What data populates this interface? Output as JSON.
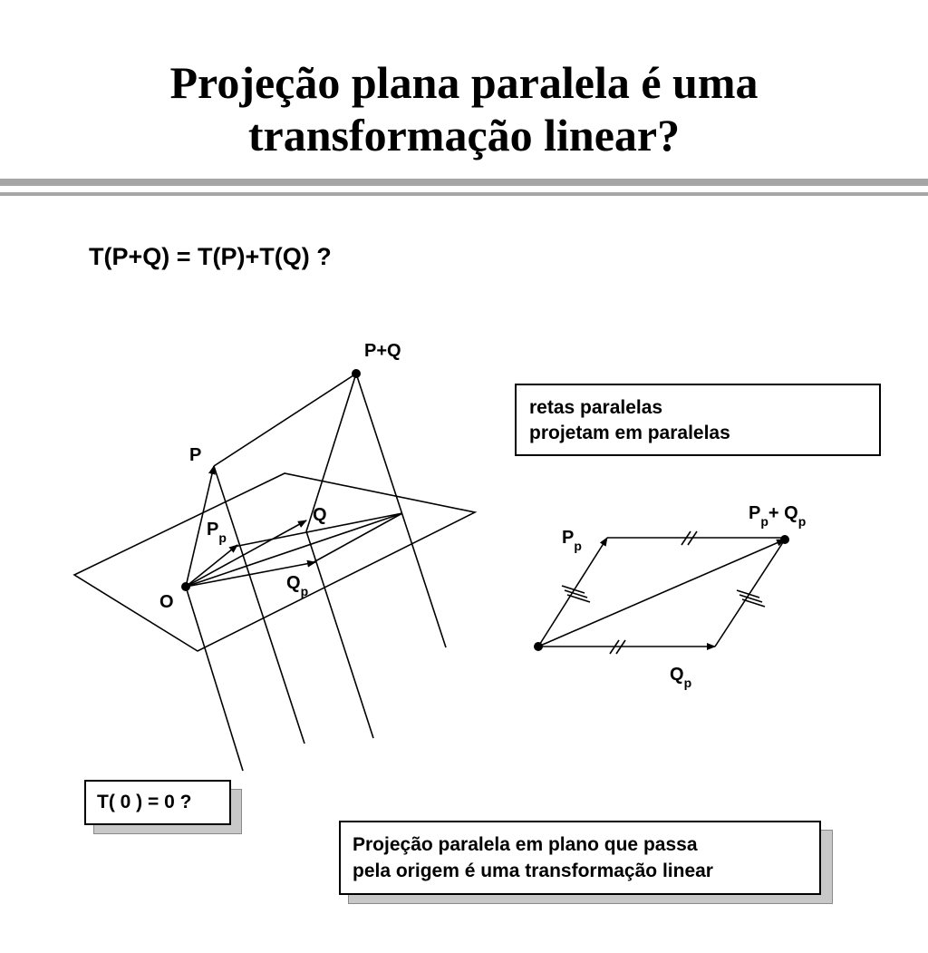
{
  "title": {
    "line1": "Projeção plana paralela é uma",
    "line2": "transformação linear?"
  },
  "question": "T(P+Q) = T(P)+T(Q) ?",
  "left_diagram": {
    "label_pq": "P+Q",
    "label_p": "P",
    "label_q": "Q",
    "label_o": "O",
    "label_pp_base": "P",
    "label_pp_sub": "p",
    "label_qp_base": "Q",
    "label_qp_sub": "p"
  },
  "note_box": {
    "line1": "retas paralelas",
    "line2": "projetam em paralelas"
  },
  "right_diagram": {
    "label_pp_base": "P",
    "label_pp_sub": "p",
    "label_qp_base": "Q",
    "label_qp_sub": "p",
    "label_sum_p": "P",
    "label_sum_p_sub": "p",
    "label_sum_plus": "+ Q",
    "label_sum_q_sub": "p"
  },
  "zero_box": "T( 0 ) = 0 ?",
  "conclusion_box": {
    "line1": "Projeção paralela em plano que passa",
    "line2": "pela origem é uma transformação linear"
  }
}
